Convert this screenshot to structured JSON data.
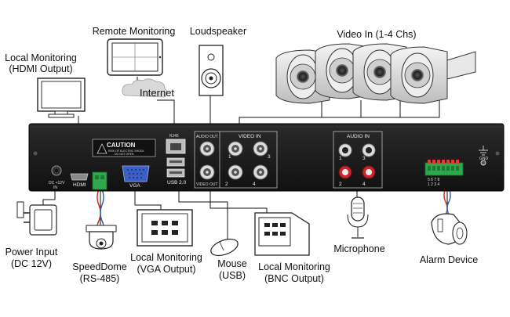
{
  "labels": {
    "remote_monitoring": "Remote Monitoring",
    "loudspeaker": "Loudspeaker",
    "video_in_title": "Video In (1-4 Chs)",
    "local_hdmi_l1": "Local Monitoring",
    "local_hdmi_l2": "(HDMI Output)",
    "internet": "Internet",
    "power_l1": "Power Input",
    "power_l2": "(DC 12V)",
    "speeddome_l1": "SpeedDome",
    "speeddome_l2": "(RS-485)",
    "local_vga_l1": "Local Monitoring",
    "local_vga_l2": "(VGA Output)",
    "mouse_l1": "Mouse",
    "mouse_l2": "(USB)",
    "local_bnc_l1": "Local Monitoring",
    "local_bnc_l2": "(BNC Output)",
    "microphone": "Microphone",
    "alarm_device": "Alarm Device"
  },
  "panel": {
    "caution": "CAUTION",
    "caution_sub1": "RISK OF ELECTRIC SHOCK",
    "caution_sub2": "DO NOT OPEN",
    "rj45": "RJ45",
    "audio_out": "AUDIO OUT",
    "video_in": "VIDEO IN",
    "video_out": "VIDEO OUT",
    "audio_in": "AUDIO IN",
    "hdmi": "HDMI",
    "vga": "VGA",
    "usb": "USB 2.0",
    "dc": "DC +12V",
    "dc_in": "IN",
    "gnd": "GND",
    "ch1": "1",
    "ch2": "2",
    "ch3": "3",
    "ch4": "4",
    "ain1": "1",
    "ain2": "2",
    "ain3": "3",
    "ain4": "4",
    "alarm_pins": "5 6 7 8",
    "alarm_pins2": "1 2 3 4"
  },
  "colors": {
    "chassis": "#1b1b1b",
    "terminal_green": "#2ea84a",
    "vga_blue": "#3b5fc4",
    "rca_red": "#c8262b",
    "rca_white": "#dddddd",
    "cable_red": "#c0392b",
    "cable_blue": "#3a5fb0"
  }
}
